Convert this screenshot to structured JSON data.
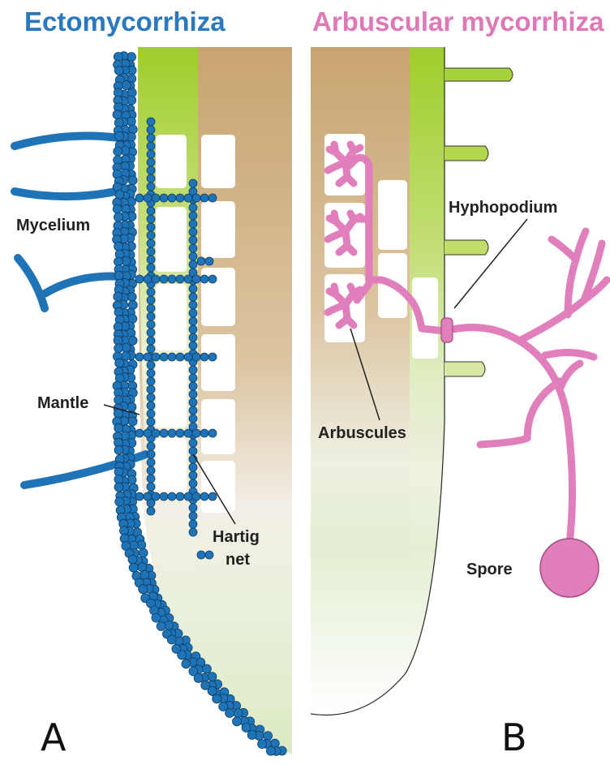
{
  "colors": {
    "ecto": "#2a78bd",
    "am": "#df78b6",
    "fungus_blue": "#1f74b8",
    "fungus_blue_dark": "#0f3e66",
    "fungus_pink": "#e07fbc",
    "green": "#9fcd2a",
    "tan": "#c8a470"
  },
  "panel_a": {
    "title": "Ectomycorrhiza",
    "letter": "A",
    "labels": {
      "mycelium": "Mycelium",
      "mantle": "Mantle",
      "hartig_line1": "Hartig",
      "hartig_line2": "net"
    }
  },
  "panel_b": {
    "title": "Arbuscular mycorrhiza",
    "letter": "B",
    "labels": {
      "hyphopodium": "Hyphopodium",
      "arbuscules": "Arbuscules",
      "spore": "Spore"
    }
  }
}
